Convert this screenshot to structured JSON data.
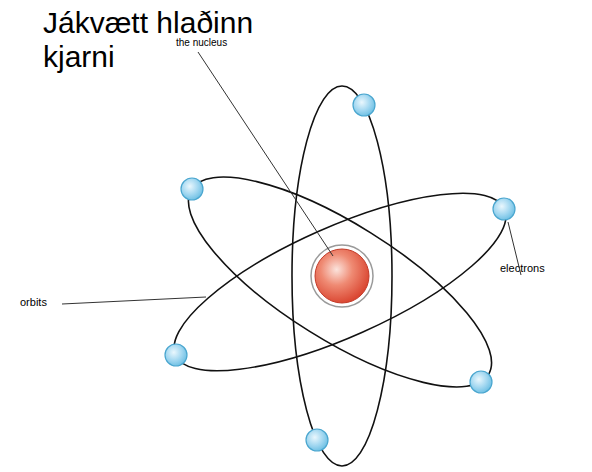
{
  "diagram": {
    "labels": [
      "Jákvætt hlaðinn kjarni",
      "the nucleus",
      "orbits",
      "electrons"
    ]
  }
}
